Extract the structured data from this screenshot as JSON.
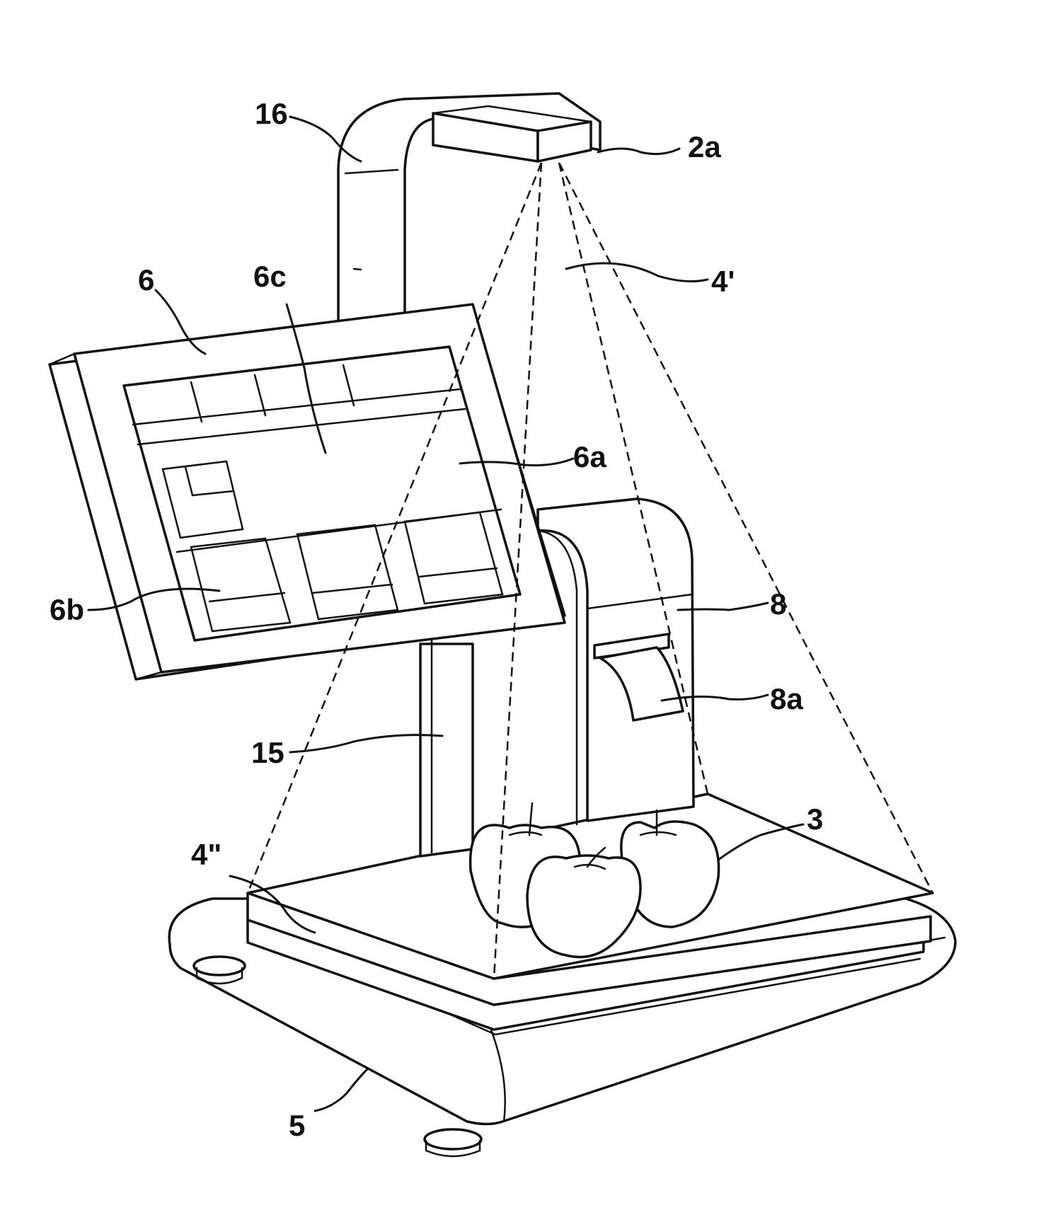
{
  "figure": {
    "labels": {
      "r16": "16",
      "r2a": "2a",
      "r6": "6",
      "r6c": "6c",
      "r4p": "4'",
      "r6a": "6a",
      "r6b": "6b",
      "r8": "8",
      "r8a": "8a",
      "r15": "15",
      "r3": "3",
      "r4pp": "4\"",
      "r5": "5"
    },
    "colors": {
      "ink": "#111111",
      "paper": "#ffffff"
    }
  }
}
